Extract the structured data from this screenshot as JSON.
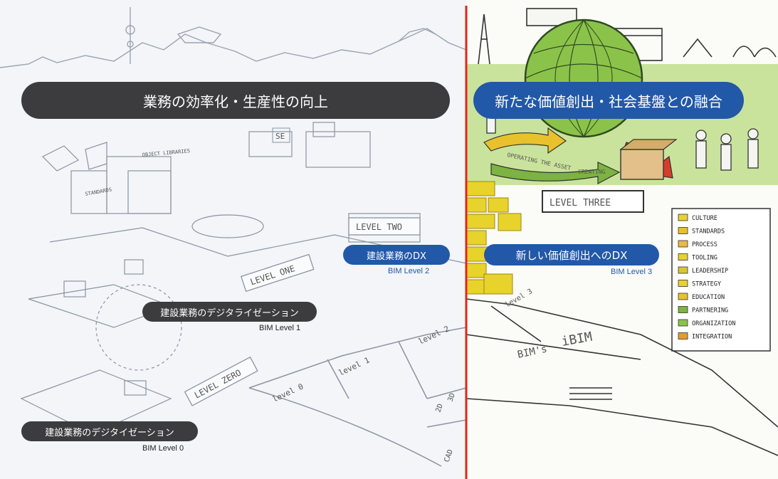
{
  "colors": {
    "dark_banner": "#3c3c3e",
    "blue_banner": "#2258a8",
    "divider": "#e1261c",
    "sketch_gray": "#8a94a3",
    "sketch_color_green": "#7cb342",
    "sketch_color_yellow": "#e8d22c"
  },
  "left_side": {
    "main_banner": "業務の効率化・生産性の向上",
    "level2": {
      "label": "建設業務のDX",
      "sub": "BIM Level 2"
    },
    "level1": {
      "label": "建設業務のデジタライゼーション",
      "sub": "BIM Level 1"
    },
    "level0": {
      "label": "建設業務のデジタイゼーション",
      "sub": "BIM Level 0"
    }
  },
  "right_side": {
    "main_banner": "新たな価値創出・社会基盤との融合",
    "level3": {
      "label": "新しい価値創出へのDX",
      "sub": "BIM Level 3"
    }
  },
  "sketch_text": {
    "level_zero": "LEVEL ZERO",
    "level_one": "LEVEL ONE",
    "level_two": "LEVEL TWO",
    "level_three": "LEVEL THREE",
    "object_libraries": "OBJECT LIBRARIES",
    "standards": "STANDARDS",
    "se": "SE",
    "creating": "CREATING",
    "operating": "OPERATING THE ASSET",
    "chart_levels": [
      "level 0",
      "level 1",
      "level 2",
      "level 3"
    ],
    "bims": "BIM's",
    "ibim": "iBIM",
    "cad": "CAD",
    "two_d": "2D",
    "three_d": "3D",
    "legend": [
      "CULTURE",
      "STANDARDS",
      "PROCESS",
      "TOOLING",
      "LEADERSHIP",
      "STRATEGY",
      "EDUCATION",
      "PARTNERING",
      "ORGANIZATION",
      "INTEGRATION"
    ]
  }
}
